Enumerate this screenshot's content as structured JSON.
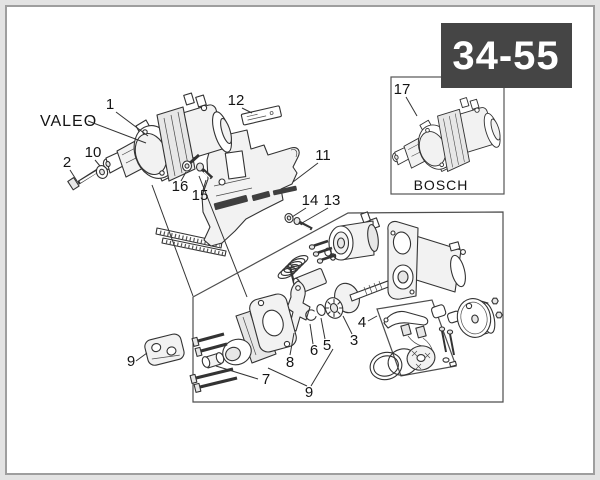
{
  "page": {
    "code": "34-55"
  },
  "colors": {
    "badge_bg": "#454545",
    "badge_text": "#ffffff",
    "paper": "#ffffff",
    "margin": "#e3e3e3",
    "frame_border": "#9e9e9e",
    "line_art": "#333333"
  },
  "brand_labels": {
    "valeo": "VALEO",
    "bosch": "BOSCH"
  },
  "callouts": {
    "n1": "1",
    "n2": "2",
    "n3": "3",
    "n4": "4",
    "n5": "5",
    "n6": "6",
    "n7": "7",
    "n8": "8",
    "n9_left": "9",
    "n9_bottom": "9",
    "n10": "10",
    "n11": "11",
    "n12": "12",
    "n13": "13",
    "n14": "14",
    "n15": "15",
    "n16": "16",
    "n17": "17"
  }
}
